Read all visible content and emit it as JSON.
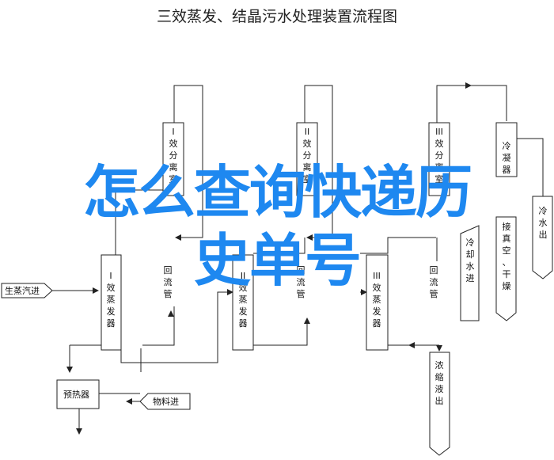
{
  "title": "三效蒸发、结晶污水处理装置流程图",
  "overlay": {
    "line1": "怎么查询快递历",
    "line2": "史单号"
  },
  "boxes": {
    "sep1": [
      "I",
      "效",
      "分",
      "离",
      "室"
    ],
    "sep2": [
      "II",
      "效",
      "分",
      "离",
      "室"
    ],
    "sep3": [
      "III",
      "效",
      "分",
      "离",
      "室"
    ],
    "cond_top": [
      "冷",
      "凝",
      "器"
    ],
    "evap1": [
      "I",
      "效",
      "蒸",
      "发",
      "器"
    ],
    "evap2": [
      "II",
      "效",
      "蒸",
      "发",
      "器"
    ],
    "evap3": [
      "III",
      "效",
      "蒸",
      "发",
      "器"
    ],
    "return1": [
      "回",
      "流",
      "管"
    ],
    "return2": [
      "回",
      "流",
      "管"
    ],
    "return3": [
      "回",
      "流",
      "管"
    ],
    "cool_water_in": [
      "冷",
      "却",
      "水",
      "进"
    ],
    "vacuum_dry": [
      "接",
      "真",
      "空",
      "、",
      "干",
      "燥"
    ],
    "cool_water_out": [
      "冷",
      "水",
      "出"
    ],
    "concentrate_out": [
      "浓",
      "缩",
      "液",
      "出"
    ]
  },
  "labels": {
    "steam_in": "生蒸汽进",
    "preheater": "预热器",
    "material_in": "物料进"
  }
}
